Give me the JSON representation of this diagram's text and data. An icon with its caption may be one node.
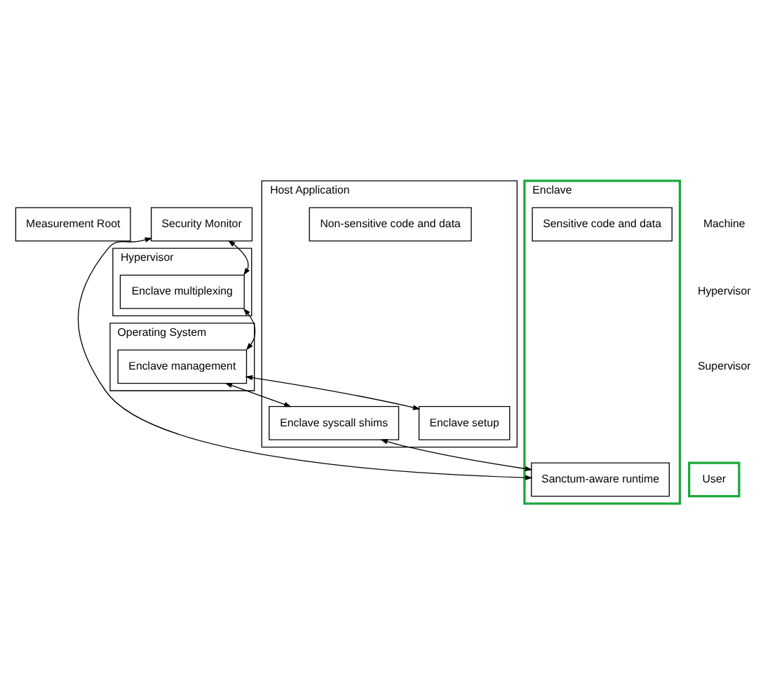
{
  "diagram": {
    "nodes": [
      {
        "text": [
          "Measurement Root"
        ]
      },
      {
        "text": [
          "Security Monitor"
        ]
      },
      {
        "text": [
          "Hypervisor"
        ]
      },
      {
        "text": [
          "Enclave multiplexing"
        ],
        "in": 2
      },
      {
        "text": [
          "Operating System"
        ]
      },
      {
        "text": [
          "Enclave management"
        ],
        "in": 4
      },
      {
        "text": [
          "Host Application"
        ]
      },
      {
        "text": [
          "Enclave setup"
        ],
        "in": 6
      },
      {
        "text": [
          "Enclave syscall shims"
        ],
        "in": 6
      },
      {
        "text": [
          "Non-sensitive code and data"
        ],
        "in": 6
      },
      {
        "text": [
          "User"
        ]
      },
      {
        "text": [
          "Enclave"
        ]
      },
      {
        "text": [
          "Sanctum-aware runtime"
        ],
        "in": 11
      },
      {
        "text": [
          "Sensitive code and data"
        ],
        "in": 11
      }
    ],
    "edges": [
      {
        "from": 1,
        "to": 3,
        "arrow": "both"
      },
      {
        "from": 3,
        "to": 5,
        "arrow": "both"
      },
      {
        "from": 5,
        "to": 7,
        "arrow": "both"
      },
      {
        "from": 5,
        "to": 8,
        "arrow": "both"
      },
      {
        "from": 8,
        "to": 12,
        "arrow": "both"
      },
      {
        "from": 1,
        "to": 12,
        "arrow": "both"
      }
    ],
    "labels": [
      "Machine",
      "Hypervisor",
      "Supervisor"
    ]
  }
}
